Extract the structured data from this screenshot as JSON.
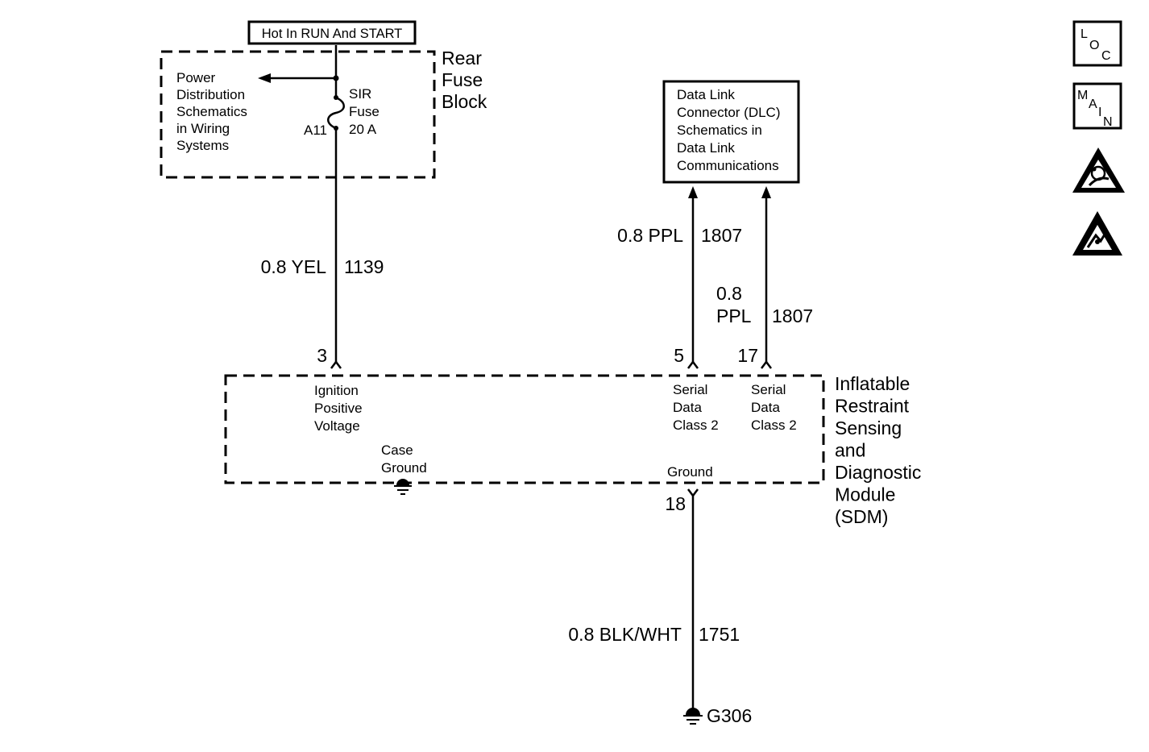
{
  "power_source": {
    "label": "Hot In RUN And START"
  },
  "fuse_block": {
    "name": [
      "Rear",
      "Fuse",
      "Block"
    ],
    "power_dist_ref": [
      "Power",
      "Distribution",
      "Schematics",
      "in Wiring",
      "Systems"
    ],
    "fuse": {
      "name": [
        "SIR",
        "Fuse",
        "20 A"
      ],
      "terminal": "A11"
    }
  },
  "dlc_ref": [
    "Data Link",
    "Connector (DLC)",
    "Schematics in",
    "Data Link",
    "Communications"
  ],
  "wires": {
    "ignition": {
      "size_color": "0.8 YEL",
      "circuit": "1139"
    },
    "serial_a": {
      "size_color": "0.8 PPL",
      "circuit": "1807"
    },
    "serial_b": {
      "size_line1": "0.8",
      "size_line2": "PPL",
      "circuit": "1807"
    },
    "ground": {
      "size_color": "0.8 BLK/WHT",
      "circuit": "1751"
    }
  },
  "sdm": {
    "name": [
      "Inflatable",
      "Restraint",
      "Sensing",
      "and",
      "Diagnostic",
      "Module",
      "(SDM)"
    ],
    "pins": {
      "ignition": {
        "number": "3",
        "label": [
          "Ignition",
          "Positive",
          "Voltage"
        ]
      },
      "serial_a": {
        "number": "5",
        "label": [
          "Serial",
          "Data",
          "Class 2"
        ]
      },
      "serial_b": {
        "number": "17",
        "label": [
          "Serial",
          "Data",
          "Class 2"
        ]
      },
      "ground": {
        "number": "18",
        "label": [
          "Ground"
        ]
      }
    },
    "case_ground": [
      "Case",
      "Ground"
    ]
  },
  "ground_point": {
    "label": "G306"
  },
  "nav": {
    "loc": [
      "L",
      "O",
      "C"
    ],
    "main": [
      "M",
      "A",
      "I",
      "N"
    ],
    "icons": [
      "airbag-warning-icon",
      "esd-warning-icon"
    ]
  }
}
